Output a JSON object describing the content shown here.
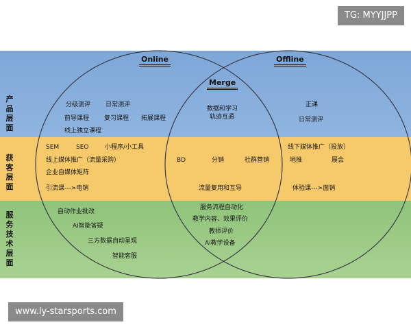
{
  "watermarks": {
    "top_right": "TG: MYYJJPP",
    "bottom_left": "www.ly-starsports.com"
  },
  "colors": {
    "product_band": "#8fb4df",
    "acquisition_band": "#f6c96a",
    "service_band": "#a9d291"
  },
  "headers": {
    "online": "Online",
    "offline": "Offline",
    "merge": "Merge"
  },
  "rows": {
    "product": "产品层面",
    "acquisition": "获客层面",
    "service": "服务技术层面"
  },
  "product": {
    "online": [
      "分级测评",
      "日常测评",
      "前导课程",
      "复习课程",
      "拓展课程",
      "线上独立课程"
    ],
    "merge": [
      "数据和学习",
      "轨迹互通"
    ],
    "offline": [
      "正课",
      "日常测评"
    ]
  },
  "acquisition": {
    "online": [
      "SEM",
      "SEO",
      "小程序/小工具",
      "线上媒体推广（流量采购）",
      "企业自媒体矩阵",
      "引流课--->电销"
    ],
    "merge": [
      "BD",
      "分销",
      "社群营销",
      "流量复用和互导"
    ],
    "offline": [
      "线下媒体推广（投放）",
      "地推",
      "展会",
      "体验课--->面销"
    ]
  },
  "service": {
    "online": [
      "自动作业批改",
      "Ai智能答疑",
      "三方数据自动呈现",
      "智能客服"
    ],
    "merge": [
      "服务流程自动化",
      "教学内容、效果评价",
      "教师评价",
      "Ai教学设备"
    ]
  }
}
